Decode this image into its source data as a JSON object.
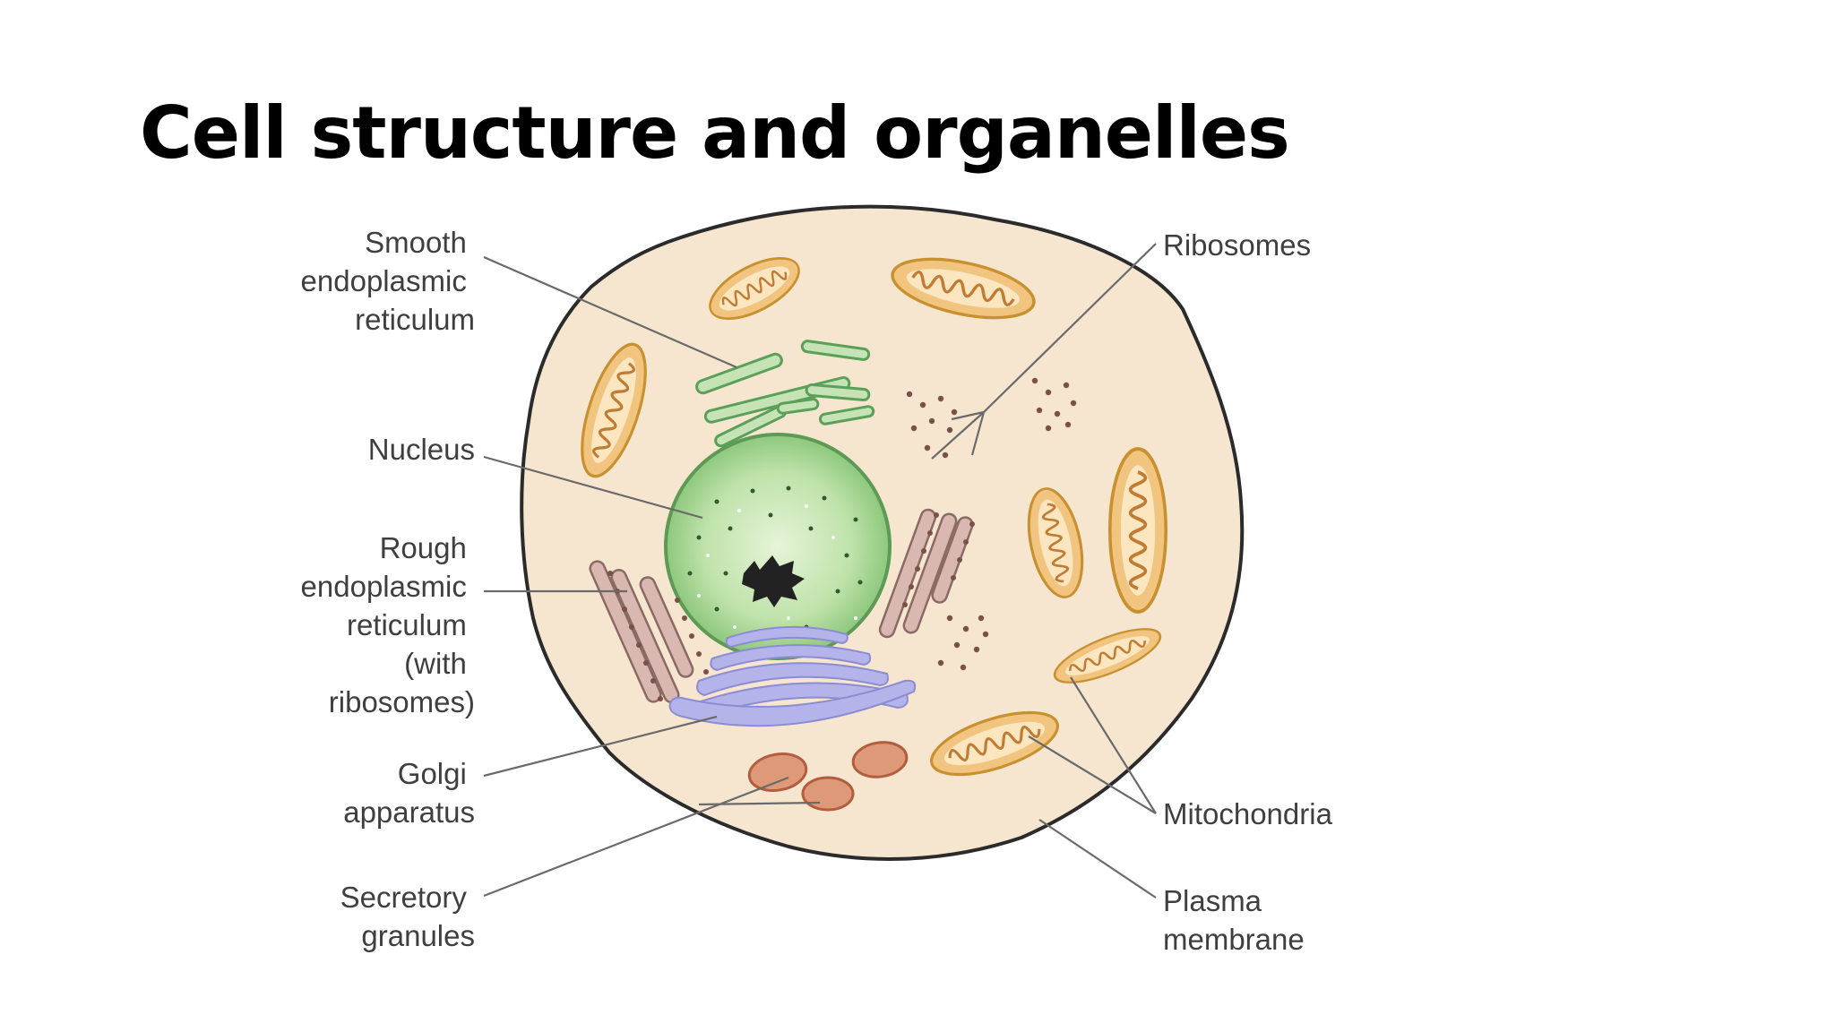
{
  "title": "Cell structure and organelles",
  "labels": {
    "smooth_er": [
      "Smooth",
      "endoplasmic",
      "reticulum"
    ],
    "nucleus": [
      "Nucleus"
    ],
    "rough_er": [
      "Rough",
      "endoplasmic",
      "reticulum",
      "(with",
      "ribosomes)"
    ],
    "golgi": [
      "Golgi",
      "apparatus"
    ],
    "secretory": [
      "Secretory",
      "granules"
    ],
    "ribosomes": [
      "Ribosomes"
    ],
    "mitochondria": [
      "Mitochondria"
    ],
    "plasma_membrane": [
      "Plasma",
      "membrane"
    ]
  },
  "colors": {
    "cytoplasm": "#f6e6d0",
    "membrane": "#2b2b2b",
    "nucleus": "#9fd48f",
    "nucleolus": "#222222",
    "mitochondria": "#f1c47f",
    "smooth_er": "#c6e3b5",
    "rough_er": "#d8b8b0",
    "golgi": "#b4b4ea",
    "granules": "#de9a78"
  }
}
